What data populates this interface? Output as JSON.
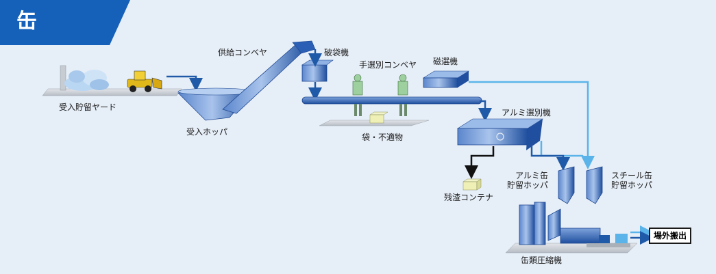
{
  "title": "缶",
  "labels": {
    "receiving_yard": "受入貯留ヤード",
    "receiving_hopper": "受入ホッパ",
    "supply_conveyor": "供給コンベヤ",
    "bag_breaker": "破袋機",
    "hand_sorting_conveyor": "手選別コンベヤ",
    "magnetic_separator": "磁選機",
    "bags_foreign": "袋・不適物",
    "aluminum_separator": "アルミ選別機",
    "aluminum_hopper": "アルミ缶\n貯留ホッパ",
    "steel_hopper": "スチール缶\n貯留ホッパ",
    "residue_container": "残渣コンテナ",
    "can_compressor": "缶類圧縮機",
    "offsite_export": "場外搬出"
  },
  "colors": {
    "background": "#e6eef7",
    "badge": "#1560b8",
    "machine_blue": "#2a5fb5",
    "machine_light": "#6d97d6",
    "flow_dark": "#1f5aa8",
    "flow_light": "#5ab4ea",
    "flow_black": "#111111",
    "floor": "#cfd4da"
  }
}
